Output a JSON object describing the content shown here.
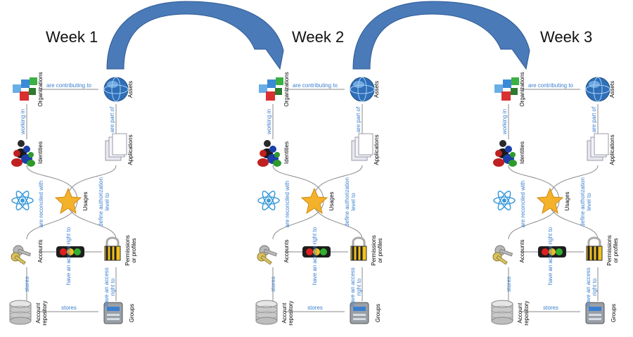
{
  "weeks": [
    {
      "title": "Week 1"
    },
    {
      "title": "Week 2"
    },
    {
      "title": "Week 3"
    }
  ],
  "nodes": {
    "organizations": "Organizations",
    "assets": "Assets",
    "identities": "Identities",
    "applications": "Applications",
    "usages": "Usages",
    "accounts": "Accounts",
    "permissions_line1": "Permissions",
    "permissions_line2": "or profiles",
    "account_repository_line1": "Account",
    "account_repository_line2": "repository",
    "groups": "Groups"
  },
  "relations": {
    "are_contributing_to": "are contributing to",
    "working_in": "working in",
    "are_part_of": "are part of",
    "are_reconciled_with": "are reconciled with",
    "define_authorization_line1": "define authorization",
    "define_authorization_line2": "level to",
    "have_access_right_to": "have an access right to",
    "stores_vertical": "stores",
    "have_access_line1": "have an access",
    "have_access_line2": "right to",
    "stores_horizontal": "stores"
  },
  "colors": {
    "arrow_fill": "#4a7ab8",
    "arrow_stroke": "#2f5a95",
    "relation_text": "#3a7fd0",
    "line": "#8a8a8a"
  },
  "icons": [
    "cubes-icon",
    "globe-icon",
    "people-icon",
    "documents-icon",
    "atom-icon",
    "star-icon",
    "keys-icon",
    "traffic-light-icon",
    "padlock-icon",
    "database-icon",
    "server-icon"
  ]
}
